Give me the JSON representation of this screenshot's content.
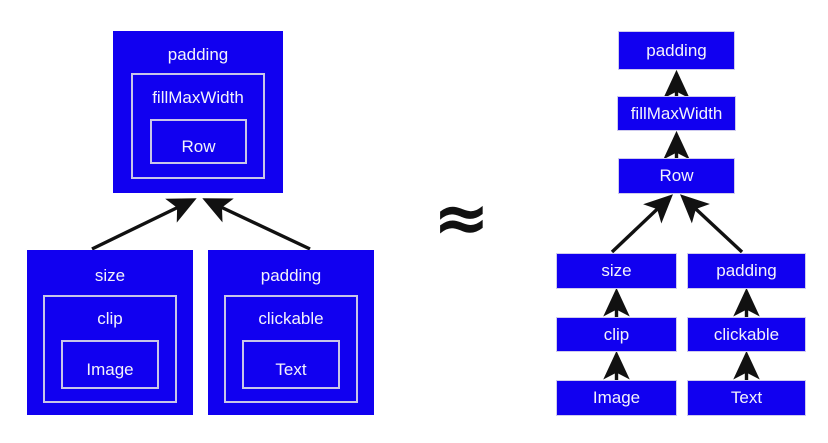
{
  "diagram": {
    "type": "modifier-chain-equivalence",
    "relation_symbol": "≈",
    "relation_name": "approximately-equal",
    "colors": {
      "box_fill": "#1100f0",
      "box_border": "#cfcbee",
      "inner_border": "#c9c5e8",
      "label_text": "#f3f2fb",
      "arrow": "#111111",
      "background": "#ffffff"
    },
    "left_side": {
      "name": "nested-representation",
      "root": {
        "label": "padding",
        "child": {
          "label": "fillMaxWidth",
          "child": {
            "label": "Row"
          }
        }
      },
      "children": [
        {
          "label": "size",
          "child": {
            "label": "clip",
            "child": {
              "label": "Image"
            }
          }
        },
        {
          "label": "padding",
          "child": {
            "label": "clickable",
            "child": {
              "label": "Text"
            }
          }
        }
      ]
    },
    "right_side": {
      "name": "flat-tree-representation",
      "trunk": [
        {
          "label": "padding"
        },
        {
          "label": "fillMaxWidth"
        },
        {
          "label": "Row"
        }
      ],
      "branch_left": [
        {
          "label": "size"
        },
        {
          "label": "clip"
        },
        {
          "label": "Image"
        }
      ],
      "branch_right": [
        {
          "label": "padding"
        },
        {
          "label": "clickable"
        },
        {
          "label": "Text"
        }
      ]
    }
  }
}
